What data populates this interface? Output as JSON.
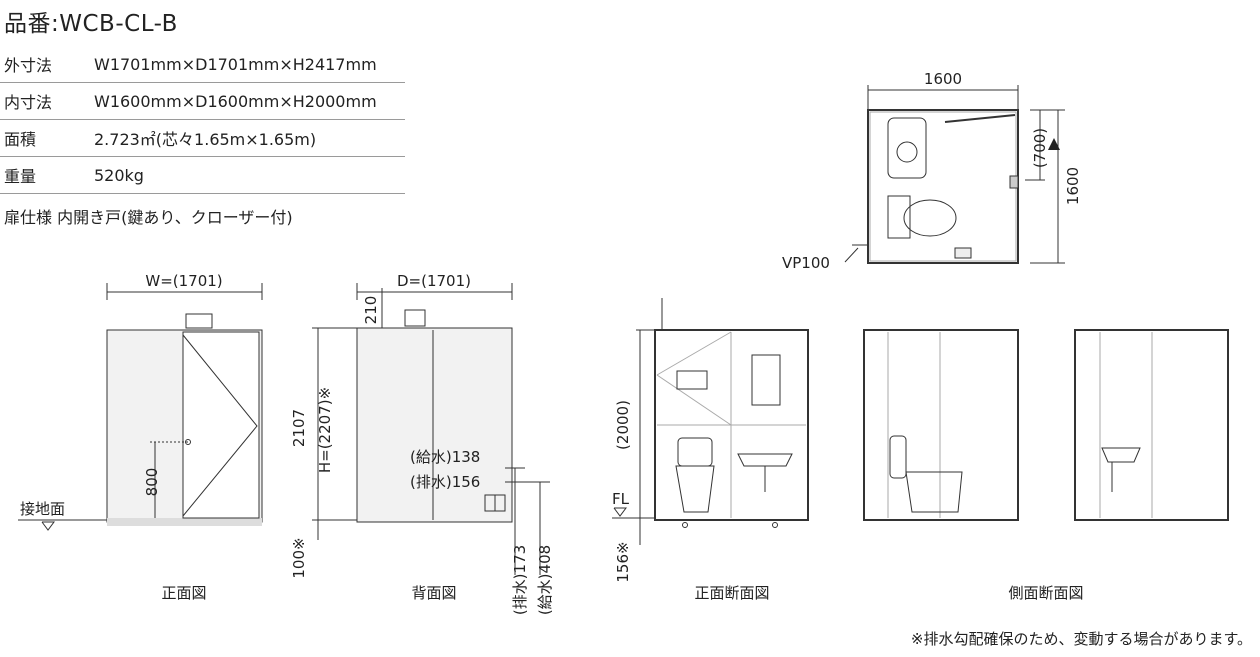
{
  "product": "品番:WCB-CL-B",
  "specs": [
    {
      "key": "外寸法",
      "value": "W1701mm×D1701mm×H2417mm"
    },
    {
      "key": "内寸法",
      "value": "W1600mm×D1600mm×H2000mm"
    },
    {
      "key": "面積",
      "value": "2.723㎡(芯々1.65m×1.65m)"
    },
    {
      "key": "重量",
      "value": "520kg"
    }
  ],
  "door_spec": "扉仕様 内開き戸(鍵あり、クローザー付)",
  "labels": {
    "front_width": "W=(1701)",
    "door_height": "800",
    "ground": "接地面",
    "back_depth": "D=(1701)",
    "roof_210": "210",
    "h_2107": "2107",
    "h_total": "H=(2207)※",
    "base_100": "100※",
    "water_supply": "(給水)138",
    "drain": "(排水)156",
    "drain_173": "(排水)173",
    "supply_408": "(給水)408",
    "inner_2000": "(2000)",
    "fl": "FL",
    "base_156": "156※",
    "plan_w": "1600",
    "plan_d": "1600",
    "plan_700": "(700)",
    "vp100": "VP100"
  },
  "captions": {
    "front": "正面図",
    "back": "背面図",
    "front_section": "正面断面図",
    "side_section": "側面断面図"
  },
  "note": "※排水勾配確保のため、変動する場合があります。",
  "colors": {
    "line": "#333333",
    "wall": "#e8e8e8",
    "dark": "#555555"
  }
}
